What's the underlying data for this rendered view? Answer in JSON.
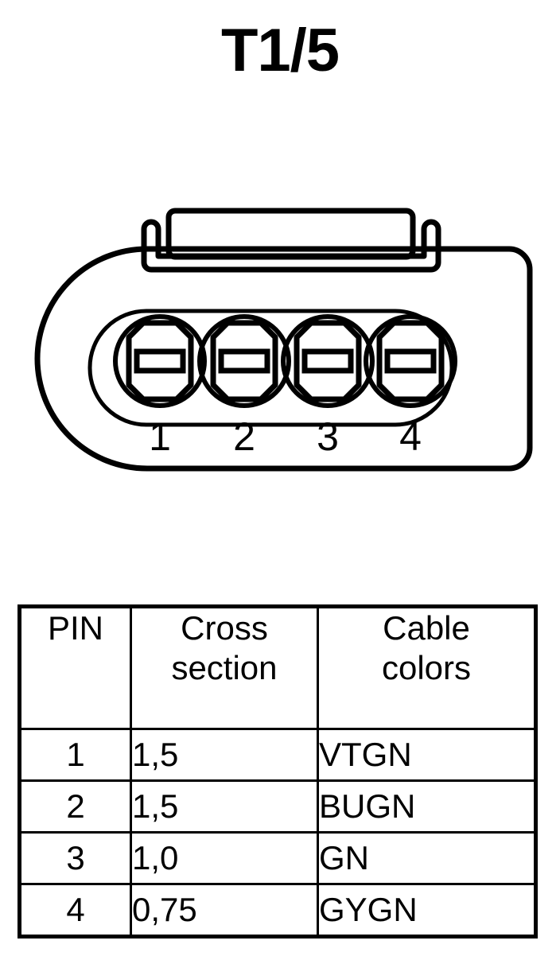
{
  "page": {
    "title": "T1/5",
    "background_color": "#ffffff",
    "line_color": "#000000"
  },
  "connector": {
    "name": "4-way automotive connector",
    "pin_count": 4,
    "pin_labels": [
      "1",
      "2",
      "3",
      "4"
    ],
    "features": [
      "latch-tab",
      "housing-outline",
      "inner-housing",
      "pin-cavity",
      "cavity-slot"
    ]
  },
  "table": {
    "headers": {
      "pin": "PIN",
      "cross_line1": "Cross",
      "cross_line2": "section",
      "colors_line1": "Cable",
      "colors_line2": "colors"
    },
    "rows": [
      {
        "pin": "1",
        "cross_section": "1,5",
        "cable_colors": "VTGN"
      },
      {
        "pin": "2",
        "cross_section": "1,5",
        "cable_colors": "BUGN"
      },
      {
        "pin": "3",
        "cross_section": "1,0",
        "cable_colors": "GN"
      },
      {
        "pin": "4",
        "cross_section": "0,75",
        "cable_colors": "GYGN"
      }
    ]
  }
}
